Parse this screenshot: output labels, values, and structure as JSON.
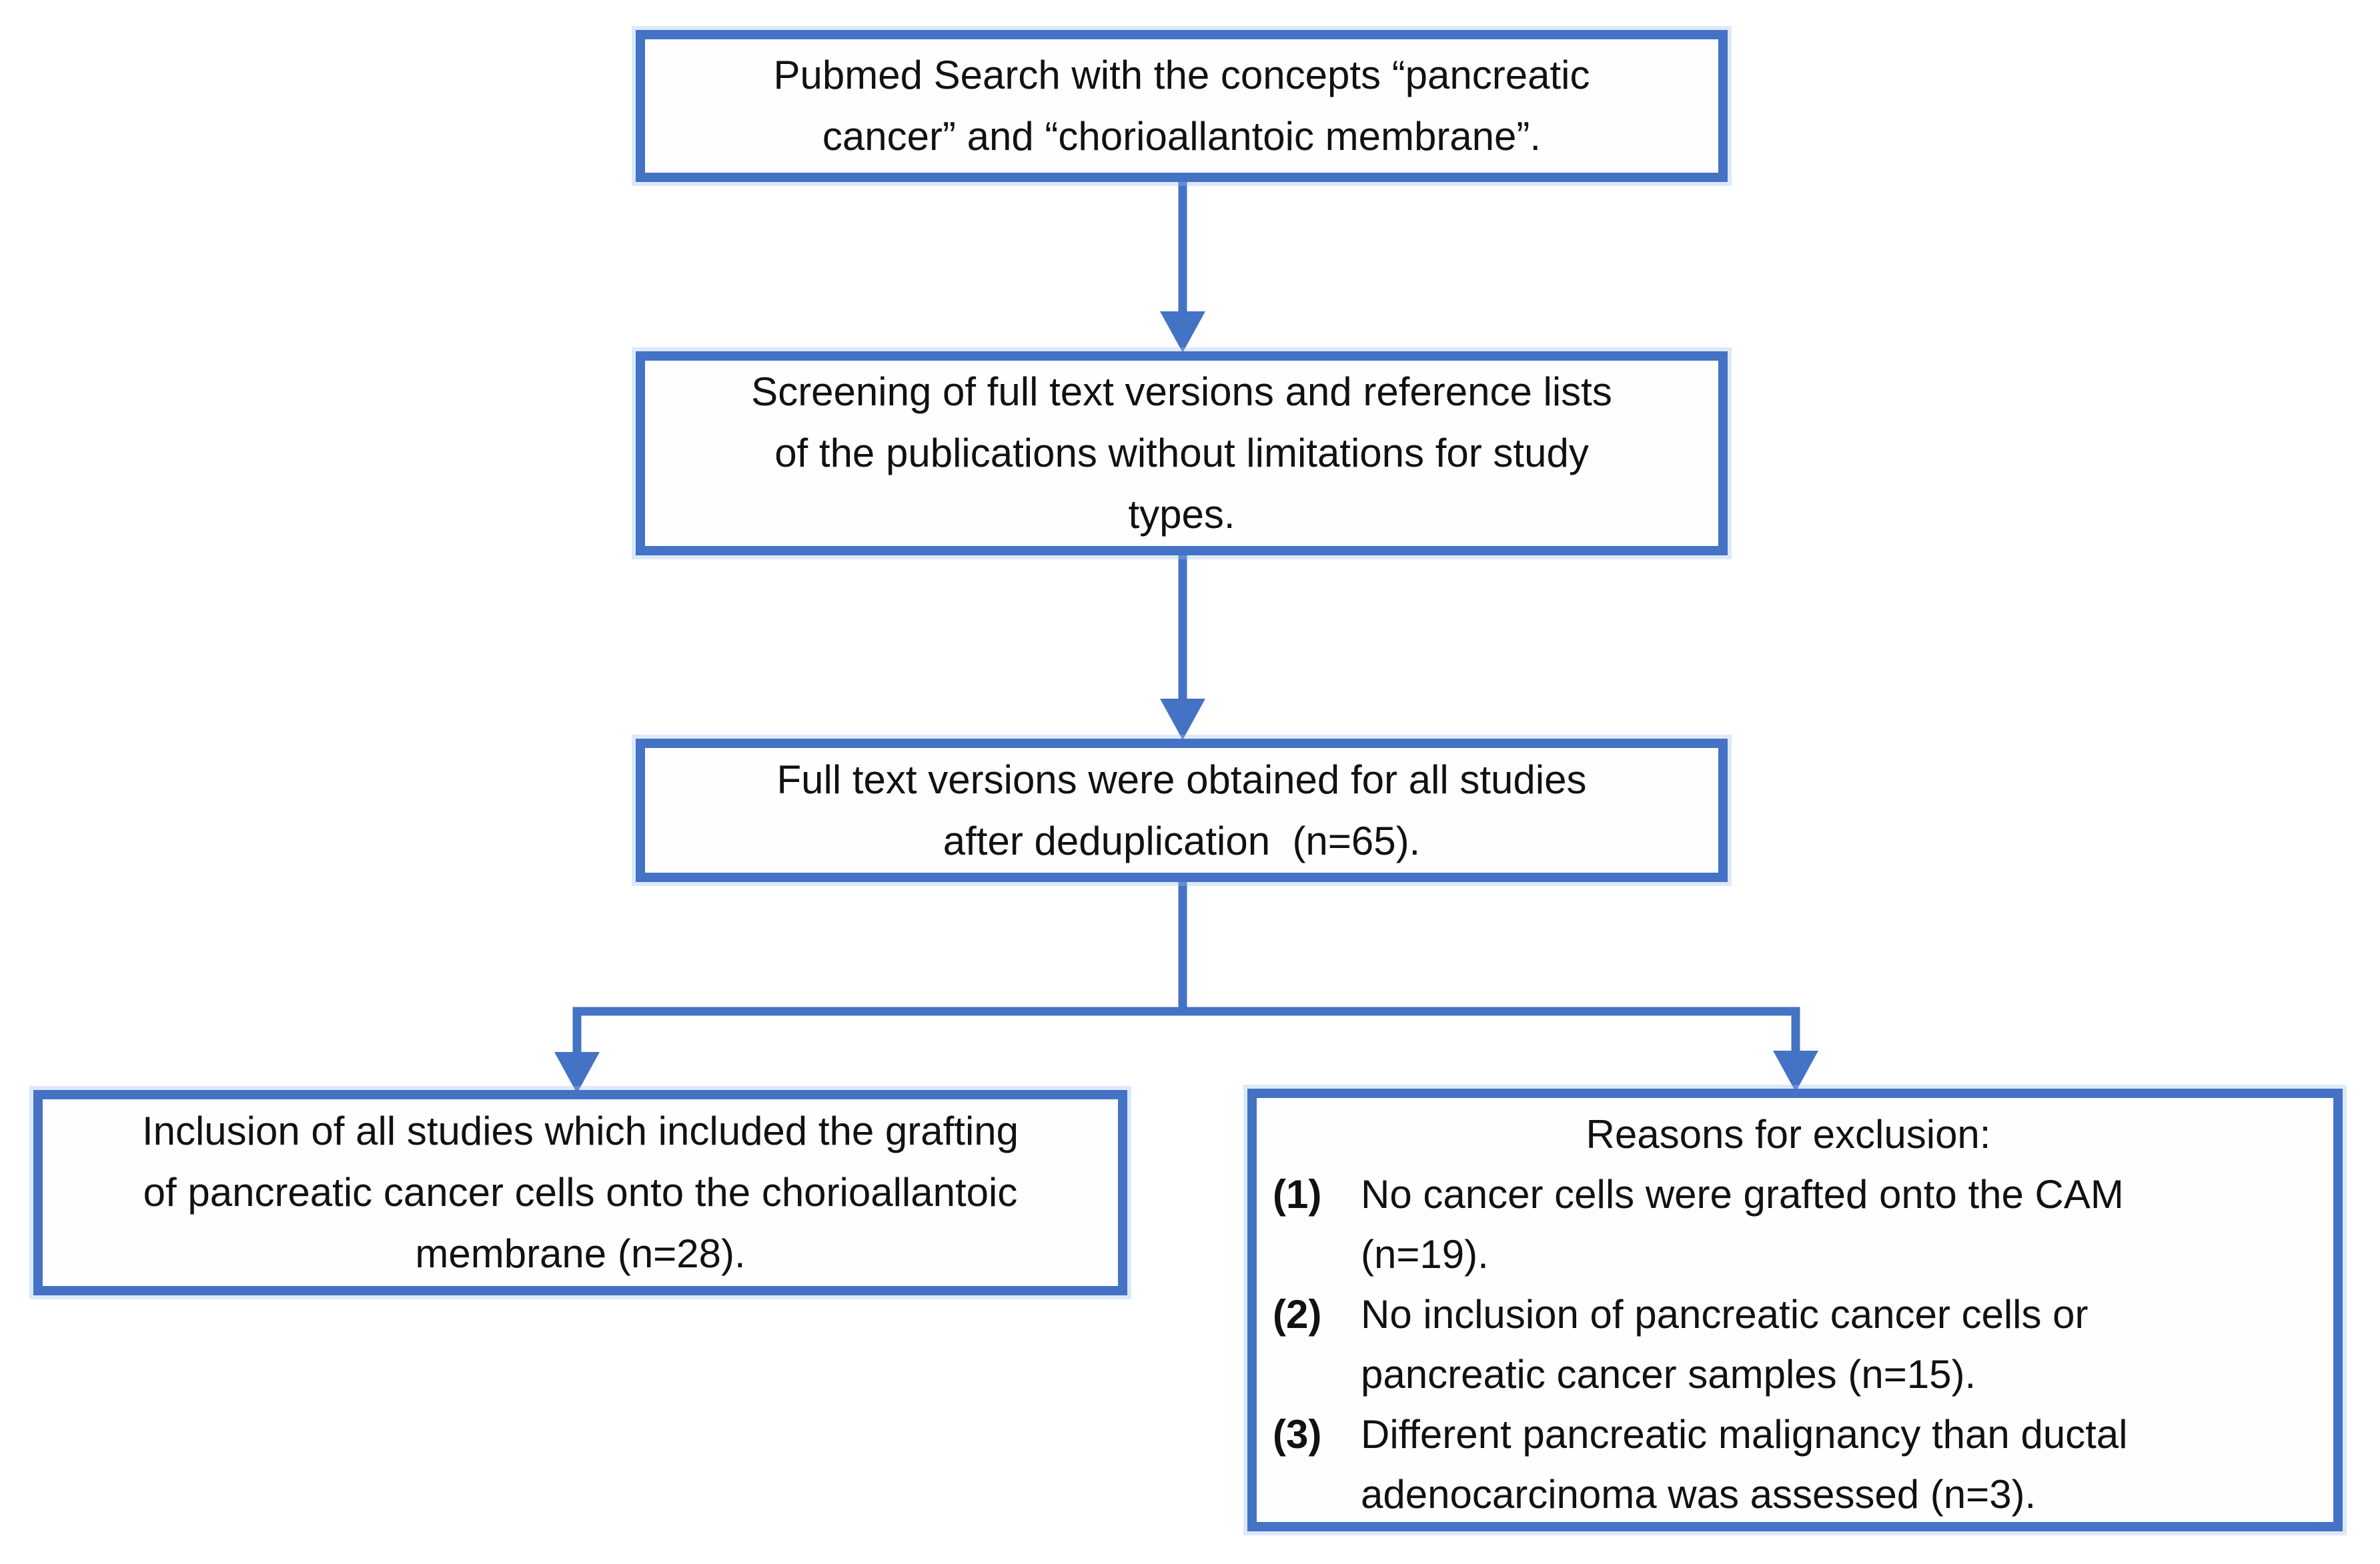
{
  "diagram": {
    "accent_color": "#4472C4",
    "text_color": "#111111",
    "boxes": {
      "search": {
        "lines": [
          "Pubmed Search with the concepts “pancreatic",
          "cancer” and “chorioallantoic membrane”."
        ]
      },
      "screening": {
        "lines": [
          "Screening of full text versions and reference lists",
          "of the publications without limitations for study",
          "types."
        ]
      },
      "fulltext": {
        "lines": [
          "Full text versions were obtained for all studies",
          "after deduplication  (n=65)."
        ]
      },
      "inclusion": {
        "lines": [
          "Inclusion of all studies which included the grafting",
          "of pancreatic cancer cells onto the chorioallantoic",
          "membrane (n=28)."
        ]
      },
      "exclusion": {
        "heading": "Reasons for exclusion:",
        "items": [
          {
            "marker": "(1)",
            "lines": [
              "No cancer cells were grafted onto the CAM",
              "(n=19)."
            ]
          },
          {
            "marker": "(2)",
            "lines": [
              "No inclusion of pancreatic cancer cells or",
              "pancreatic cancer samples (n=15)."
            ]
          },
          {
            "marker": "(3)",
            "lines": [
              "Different pancreatic malignancy than ductal",
              "adenocarcinoma was assessed (n=3)."
            ]
          }
        ]
      }
    }
  }
}
